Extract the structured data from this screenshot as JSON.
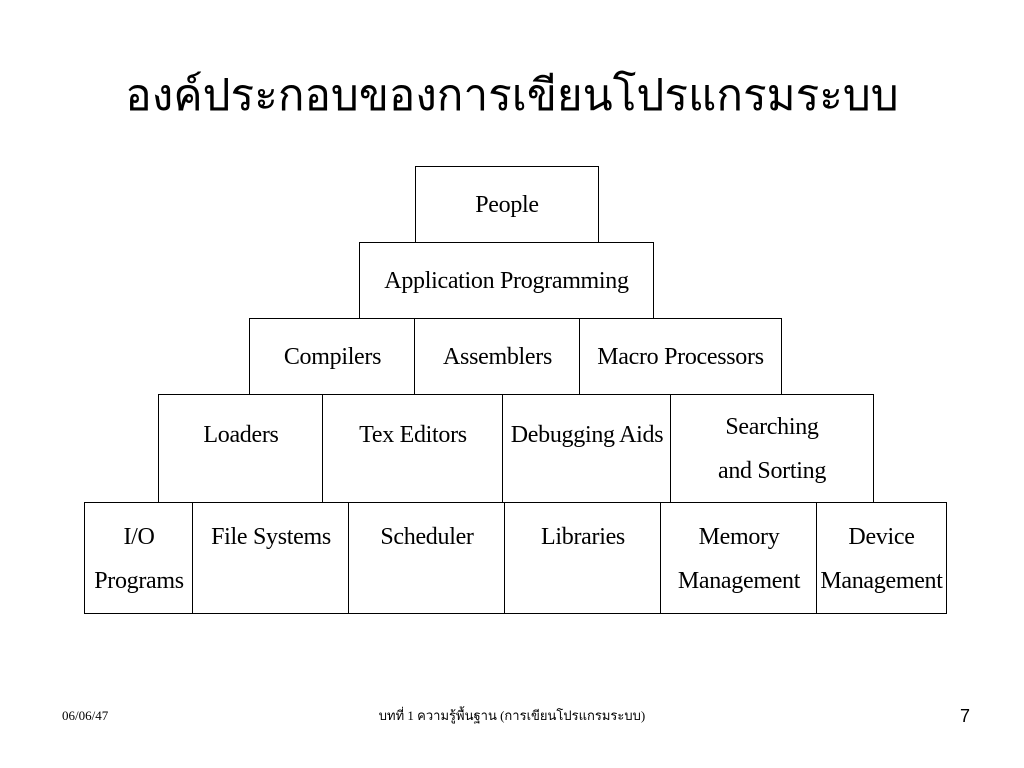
{
  "slide": {
    "title": "องค์ประกอบของการเขียนโปรแกรมระบบ"
  },
  "pyramid": {
    "people": "People",
    "application_programming": "Application Programming",
    "compilers": "Compilers",
    "assemblers": "Assemblers",
    "macro_processors": "Macro Processors",
    "loaders": "Loaders",
    "tex_editors": "Tex Editors",
    "debugging_aids": "Debugging Aids",
    "searching_sorting": "Searching\nand Sorting",
    "io_programs": "I/O\nPrograms",
    "file_systems": "File Systems",
    "scheduler": "Scheduler",
    "libraries": "Libraries",
    "memory_management": "Memory\nManagement",
    "device_management": "Device\nManagement"
  },
  "footer": {
    "date": "06/06/47",
    "chapter": "บทที่ 1 ความรู้พื้นฐาน   (การเขียนโปรแกรมระบบ)",
    "page_number": "7"
  }
}
